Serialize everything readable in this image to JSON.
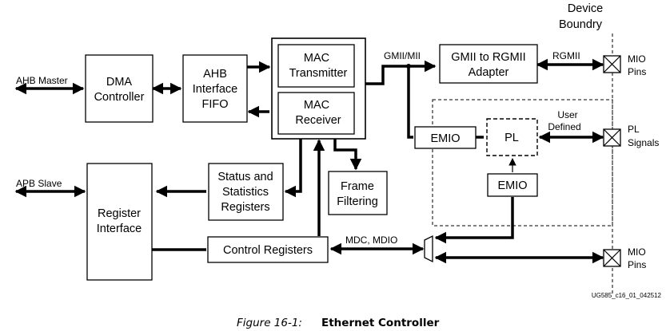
{
  "device_boundary": {
    "line1": "Device",
    "line2": "Boundry"
  },
  "blocks": {
    "dma": {
      "line1": "DMA",
      "line2": "Controller"
    },
    "ahb_fifo": {
      "line1": "AHB",
      "line2": "Interface",
      "line3": "FIFO"
    },
    "mac_tx": {
      "line1": "MAC",
      "line2": "Transmitter"
    },
    "mac_rx": {
      "line1": "MAC",
      "line2": "Receiver"
    },
    "gmii_rgmii": {
      "line1": "GMII to RGMII",
      "line2": "Adapter"
    },
    "pl": {
      "label": "PL"
    },
    "emio_left": {
      "label": "EMIO"
    },
    "emio_bottom": {
      "label": "EMIO"
    },
    "status": {
      "line1": "Status and",
      "line2": "Statistics",
      "line3": "Registers"
    },
    "frame": {
      "line1": "Frame",
      "line2": "Filtering"
    },
    "register": {
      "line1": "Register",
      "line2": "Interface"
    },
    "control": {
      "label": "Control Registers"
    }
  },
  "signals": {
    "ahb_master": "AHB Master",
    "apb_slave": "APB Slave",
    "gmii_mii": "GMII/MII",
    "rgmii": "RGMII",
    "user_defined_1": "User",
    "user_defined_2": "Defined",
    "mdc_mdio": "MDC, MDIO"
  },
  "pins": {
    "mio_top": {
      "line1": "MIO",
      "line2": "Pins"
    },
    "pl_signals": {
      "line1": "PL",
      "line2": "Signals"
    },
    "mio_bottom": {
      "line1": "MIO",
      "line2": "Pins"
    }
  },
  "doc_id": "UG585_c16_01_042512",
  "caption": {
    "number": "Figure 16-1:",
    "title": "Ethernet Controller"
  }
}
